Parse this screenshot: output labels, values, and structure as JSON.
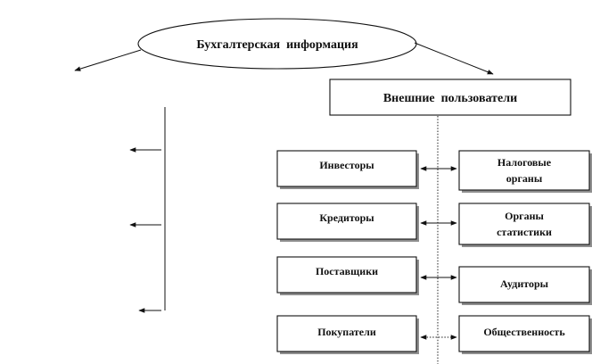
{
  "root": {
    "label": "Бухгалтерская  информация"
  },
  "external": {
    "label": "Внешние  пользователи"
  },
  "left_users": [
    "Инвесторы",
    "Кредиторы",
    "Поставщики",
    "Покупатели"
  ],
  "right_users": [
    [
      "Налоговые",
      "органы"
    ],
    [
      "Органы",
      "статистики"
    ],
    [
      "Аудиторы"
    ],
    [
      "Общественность"
    ]
  ],
  "colors": {
    "line": "#111111",
    "shadow": "#8f8f8f",
    "box_fill": "#ffffff"
  }
}
